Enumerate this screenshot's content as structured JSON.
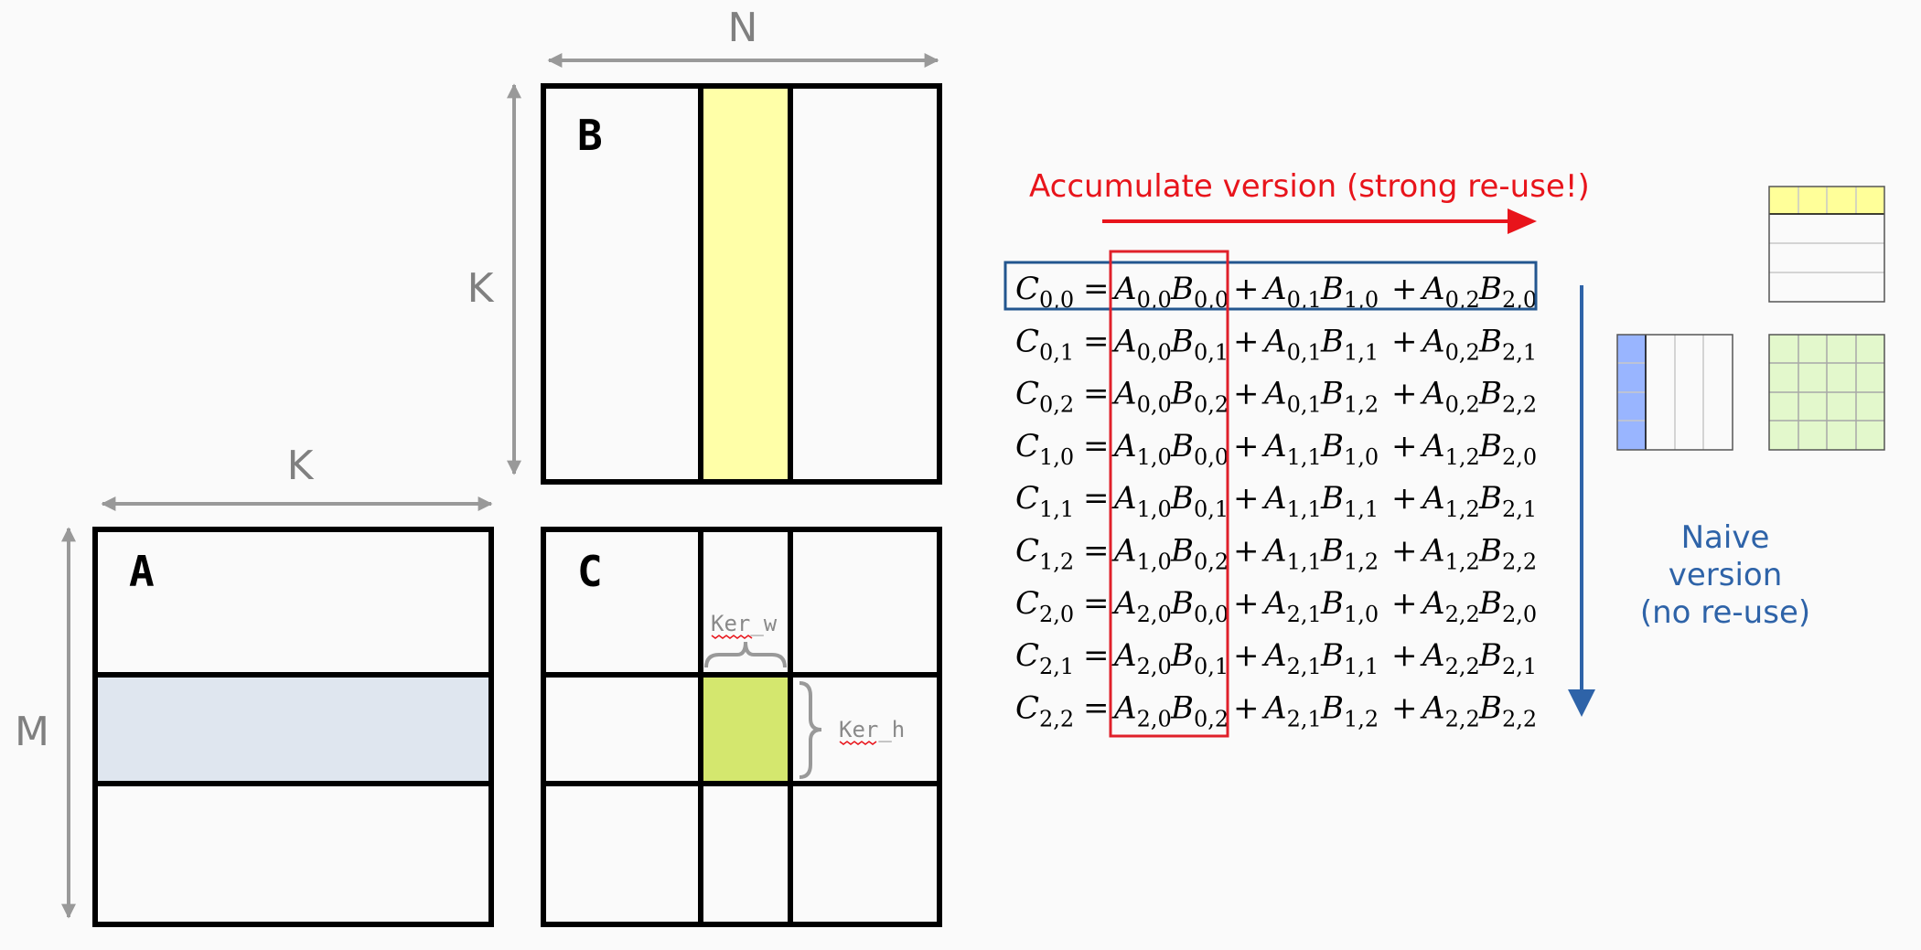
{
  "labels": {
    "dim_n": "N",
    "dim_k_top": "K",
    "dim_k_left": "K",
    "dim_m": "M",
    "matrix_a": "A",
    "matrix_b": "B",
    "matrix_c": "C",
    "ker_w": "Ker_w",
    "ker_h": "Ker_h"
  },
  "accumulate_label": "Accumulate version (strong re-use!)",
  "naive_label": [
    "Naive",
    "version",
    "(no re-use)"
  ],
  "equations": [
    {
      "c": "0,0",
      "terms": [
        [
          "0,0",
          "0,0"
        ],
        [
          "0,1",
          "1,0"
        ],
        [
          "0,2",
          "2,0"
        ]
      ]
    },
    {
      "c": "0,1",
      "terms": [
        [
          "0,0",
          "0,1"
        ],
        [
          "0,1",
          "1,1"
        ],
        [
          "0,2",
          "2,1"
        ]
      ]
    },
    {
      "c": "0,2",
      "terms": [
        [
          "0,0",
          "0,2"
        ],
        [
          "0,1",
          "1,2"
        ],
        [
          "0,2",
          "2,2"
        ]
      ]
    },
    {
      "c": "1,0",
      "terms": [
        [
          "1,0",
          "0,0"
        ],
        [
          "1,1",
          "1,0"
        ],
        [
          "1,2",
          "2,0"
        ]
      ]
    },
    {
      "c": "1,1",
      "terms": [
        [
          "1,0",
          "0,1"
        ],
        [
          "1,1",
          "1,1"
        ],
        [
          "1,2",
          "2,1"
        ]
      ]
    },
    {
      "c": "1,2",
      "terms": [
        [
          "1,0",
          "0,2"
        ],
        [
          "1,1",
          "1,2"
        ],
        [
          "1,2",
          "2,2"
        ]
      ]
    },
    {
      "c": "2,0",
      "terms": [
        [
          "2,0",
          "0,0"
        ],
        [
          "2,1",
          "1,0"
        ],
        [
          "2,2",
          "2,0"
        ]
      ]
    },
    {
      "c": "2,1",
      "terms": [
        [
          "2,0",
          "0,1"
        ],
        [
          "2,1",
          "1,1"
        ],
        [
          "2,2",
          "2,1"
        ]
      ]
    },
    {
      "c": "2,2",
      "terms": [
        [
          "2,0",
          "0,2"
        ],
        [
          "2,1",
          "1,2"
        ],
        [
          "2,2",
          "2,2"
        ]
      ]
    }
  ],
  "colors": {
    "arrow_gray": "#999999",
    "b_column": "#ffffa8",
    "a_row": "#dfe6ef",
    "c_tile": "#d4e76e",
    "accumulate_red": "#e8141b",
    "naive_blue": "#2e63a8",
    "mini_yellow": "#ffff99",
    "mini_blue": "#99b5ff",
    "mini_green": "#e3f8cc"
  }
}
